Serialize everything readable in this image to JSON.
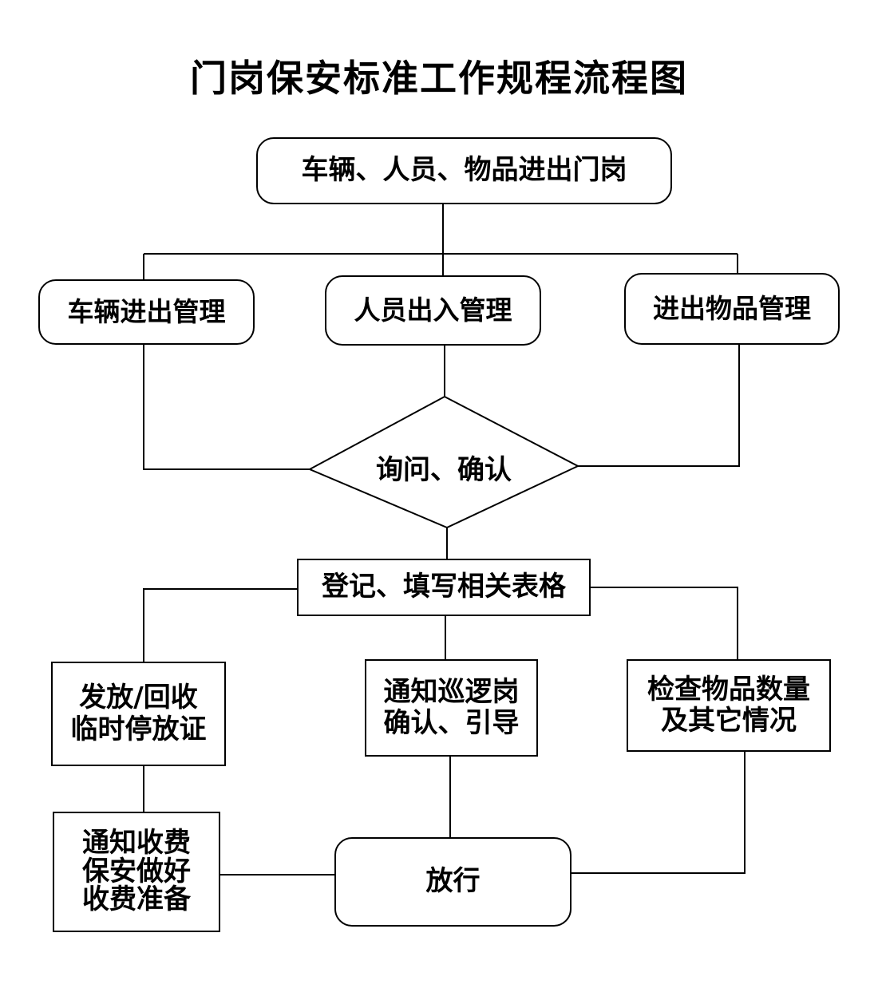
{
  "title": "门岗保安标准工作规程流程图",
  "nodes": {
    "entry": "车辆、人员、物品进出门岗",
    "vehicle_mgmt": "车辆进出管理",
    "personnel_mgmt": "人员出入管理",
    "goods_mgmt": "进出物品管理",
    "inquire_confirm": "询问、确认",
    "register": "登记、填写相关表格",
    "parking_pass": "发放/回收\n临时停放证",
    "notify_patrol": "通知巡逻岗\n确认、引导",
    "check_goods": "检查物品数量\n及其它情况",
    "notify_fee": "通知收费\n保安做好\n收费准备",
    "release": "放行"
  }
}
